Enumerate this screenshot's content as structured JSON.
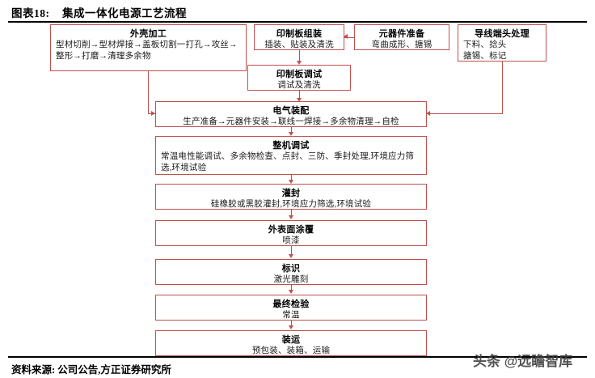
{
  "header": {
    "figure_label": "图表18:",
    "title": "集成一体化电源工艺流程"
  },
  "footer": {
    "source": "资料来源: 公司公告,方正证券研究所",
    "watermark": "头条 @远瞻智库"
  },
  "colors": {
    "box_border": "#c0504d",
    "connector": "#c0504d",
    "rule": "#000000",
    "text": "#000000"
  },
  "nodes": {
    "shell_processing": {
      "title": "外壳加工",
      "body": "型材切削→型材焊接→盖板切割一打孔→攻丝→整形→打磨→清理多余物"
    },
    "pcb_assembly": {
      "title": "印制板组装",
      "body": "插装、贴装及清洗"
    },
    "component_prep": {
      "title": "元器件准备",
      "body": "弯曲成形、搪锡"
    },
    "wire_end_treatment": {
      "title": "导线端头处理",
      "body": "下料、捻头\n搪锡、标记"
    },
    "pcb_debug": {
      "title": "印制板调试",
      "body": "调试及清洗"
    },
    "electrical_assembly": {
      "title": "电气装配",
      "body": "生产准备→元器件安装→联线一焊接→多余物清理→自检"
    },
    "machine_debug": {
      "title": "整机调试",
      "body": "常温电性能调试、多余物检查、点封、三防、季封处理,环境应力筛选,环境试验"
    },
    "potting": {
      "title": "灌封",
      "body": "硅橡胶或黑胶灌封,环境应力筛选,环境试验"
    },
    "surface_coating": {
      "title": "外表面涂覆",
      "body": "喷漆"
    },
    "marking": {
      "title": "标识",
      "body": "激光雕刻"
    },
    "final_inspection": {
      "title": "最终检验",
      "body": "常温"
    },
    "shipping": {
      "title": "装运",
      "body": "预包装、装箱、运输"
    }
  }
}
